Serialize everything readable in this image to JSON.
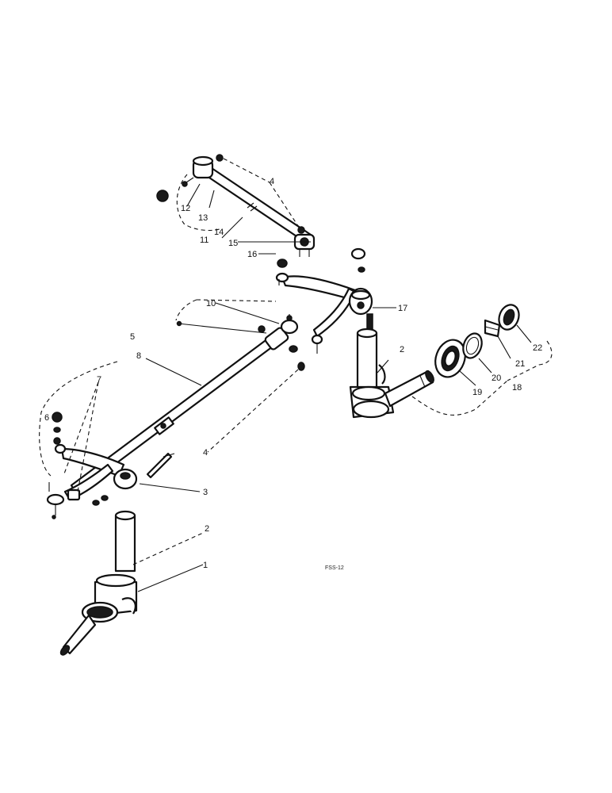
{
  "drawing_ref": "FSS-12",
  "callouts": [
    {
      "id": "1",
      "label": "1"
    },
    {
      "id": "2a",
      "label": "2"
    },
    {
      "id": "2b",
      "label": "2"
    },
    {
      "id": "3",
      "label": "3"
    },
    {
      "id": "4a",
      "label": "4"
    },
    {
      "id": "4b",
      "label": "4"
    },
    {
      "id": "5",
      "label": "5"
    },
    {
      "id": "6",
      "label": "6"
    },
    {
      "id": "7",
      "label": "7"
    },
    {
      "id": "8",
      "label": "8"
    },
    {
      "id": "10",
      "label": "10"
    },
    {
      "id": "11",
      "label": "11"
    },
    {
      "id": "12",
      "label": "12"
    },
    {
      "id": "13",
      "label": "13"
    },
    {
      "id": "14",
      "label": "14"
    },
    {
      "id": "15",
      "label": "15"
    },
    {
      "id": "16",
      "label": "16"
    },
    {
      "id": "17",
      "label": "17"
    },
    {
      "id": "18",
      "label": "18"
    },
    {
      "id": "19",
      "label": "19"
    },
    {
      "id": "20",
      "label": "20"
    },
    {
      "id": "21",
      "label": "21"
    },
    {
      "id": "22",
      "label": "22"
    }
  ]
}
